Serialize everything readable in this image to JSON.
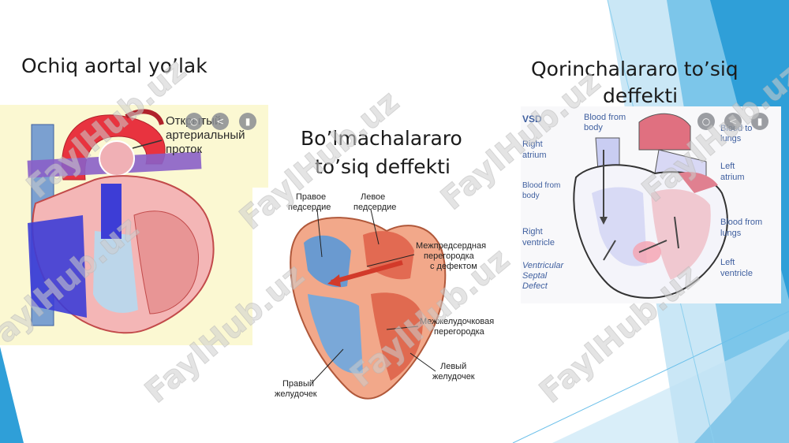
{
  "slide": {
    "title_left": "Ochiq aortal yo’lak",
    "title_center_line1": "Bo’lmachalararo",
    "title_center_line2": "to’siq deffekti",
    "title_right_line1": "Qorinchalararo to’siq",
    "title_right_line2": "deffekti"
  },
  "panel_pda": {
    "label_line1": "Открытый",
    "label_line2": "артериальный",
    "label_line3": "проток"
  },
  "panel_asd": {
    "right_atrium_1": "Правое",
    "right_atrium_2": "педсердие",
    "left_atrium_1": "Левое",
    "left_atrium_2": "педсердие",
    "atrial_septum_1": "Межпредсердная",
    "atrial_septum_2": "перегородка",
    "atrial_septum_3": "с дефектом",
    "vent_septum_1": "Межжелудочковая",
    "vent_septum_2": "перегородка",
    "left_vent_1": "Левый",
    "left_vent_2": "желудочек",
    "right_vent_1": "Правый",
    "right_vent_2": "желудочек"
  },
  "panel_vsd": {
    "tag": "VSD",
    "blood_from_body_top_1": "Blood from",
    "blood_from_body_top_2": "body",
    "right_atrium_1": "Right",
    "right_atrium_2": "atrium",
    "blood_from_body_left_1": "Blood from",
    "blood_from_body_left_2": "body",
    "right_ventricle_1": "Right",
    "right_ventricle_2": "ventricle",
    "vsd_1": "Ventricular",
    "vsd_2": "Septal",
    "vsd_3": "Defect",
    "blood_to_lungs_1": "Blood to",
    "blood_to_lungs_2": "lungs",
    "left_atrium_1": "Left",
    "left_atrium_2": "atrium",
    "blood_from_lungs_1": "Blood from",
    "blood_from_lungs_2": "lungs",
    "left_ventricle_1": "Left",
    "left_ventricle_2": "ventricle"
  },
  "watermark": "FaylHub.uz",
  "colors": {
    "deco_blue_dark": "#2f9fd8",
    "deco_blue_light": "#9fd4ef",
    "pda_background": "#fbf8d2",
    "text": "#1a1a1a"
  },
  "icons": [
    "lens-icon",
    "share-icon",
    "bookmark-icon"
  ]
}
